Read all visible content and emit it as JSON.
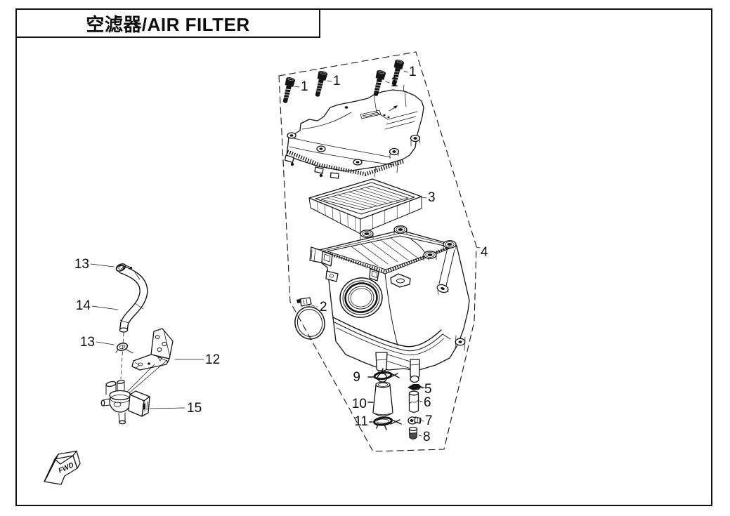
{
  "header": {
    "title": "空滤器/AIR FILTER"
  },
  "diagram": {
    "labels": [
      {
        "id": "bolt-1-a",
        "text": "1"
      },
      {
        "id": "bolt-1-b",
        "text": "1"
      },
      {
        "id": "bolt-1-c",
        "text": "1"
      },
      {
        "id": "bolt-1-d",
        "text": "1"
      },
      {
        "id": "clamp-2",
        "text": "2"
      },
      {
        "id": "filter-element-3",
        "text": "3"
      },
      {
        "id": "housing-assembly-4",
        "text": "4"
      },
      {
        "id": "clip-5",
        "text": "5"
      },
      {
        "id": "breather-tube-6",
        "text": "6"
      },
      {
        "id": "clamp-7",
        "text": "7"
      },
      {
        "id": "plug-8",
        "text": "8"
      },
      {
        "id": "clamp-9",
        "text": "9"
      },
      {
        "id": "drain-boot-10",
        "text": "10"
      },
      {
        "id": "clamp-11",
        "text": "11"
      },
      {
        "id": "bracket-12",
        "text": "12"
      },
      {
        "id": "clip-13-upper",
        "text": "13"
      },
      {
        "id": "clip-13-lower",
        "text": "13"
      },
      {
        "id": "hose-14",
        "text": "14"
      },
      {
        "id": "valve-15",
        "text": "15"
      }
    ],
    "fwd_label": "FWD",
    "colors": {
      "line": "#141414",
      "background": "#ffffff"
    }
  }
}
